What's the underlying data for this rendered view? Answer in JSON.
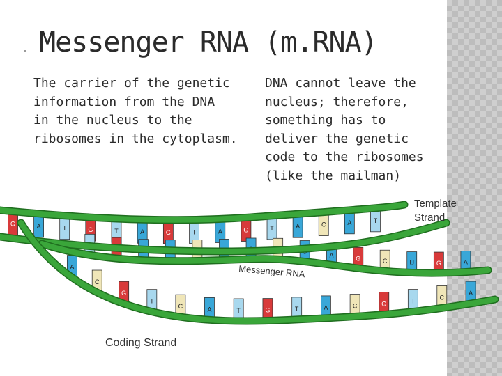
{
  "slide": {
    "title": "Messenger RNA (m.RNA)",
    "left_text": [
      "The carrier of the genetic",
      "information from the DNA",
      "in the nucleus to the",
      "ribosomes in the cytoplasm."
    ],
    "right_text": [
      "DNA cannot leave the",
      "nucleus; therefore,",
      "something has to",
      "deliver the genetic",
      "code to the ribosomes",
      "(like the mailman)"
    ]
  },
  "diagram": {
    "labels": {
      "template": "Template Strand",
      "template_line1": "Template",
      "template_line2": "Strand",
      "messenger": "Messenger RNA",
      "coding": "Coding Strand"
    },
    "top_bases": [
      "G",
      "A",
      "T",
      "G",
      "T",
      "A",
      "G",
      "T",
      "A",
      "G",
      "T",
      "A",
      "C",
      "A",
      "T"
    ],
    "mid_bases": [
      "T",
      "G",
      "U",
      "A",
      "C",
      "U",
      "A",
      "C",
      "U",
      "A",
      "G",
      "C",
      "U",
      "G",
      "A"
    ],
    "bottom_bases": [
      "A",
      "C",
      "G",
      "T",
      "C",
      "A",
      "T",
      "G",
      "T",
      "A",
      "C",
      "G",
      "T",
      "C",
      "A"
    ],
    "colors": {
      "backbone": "#3aa63a",
      "backbone_edge": "#1f6e1f",
      "base_A": "#39a7d8",
      "base_T": "#a8d8ee",
      "base_G": "#d83a3a",
      "base_C": "#f0e6b8",
      "base_U": "#39a7d8"
    }
  }
}
